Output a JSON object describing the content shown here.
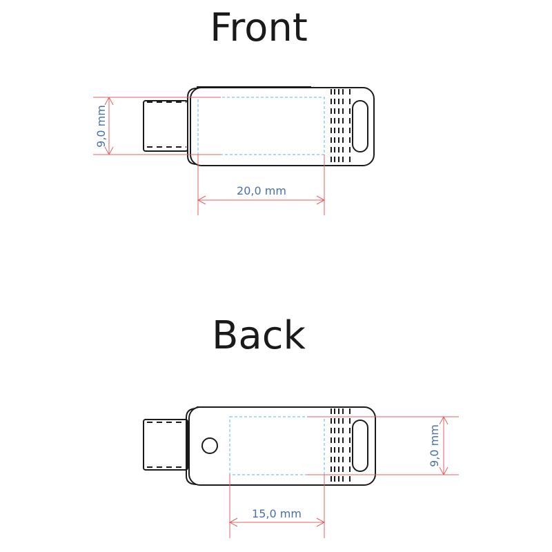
{
  "front": {
    "title": "Front",
    "height_label": "9,0 mm",
    "width_label": "20,0 mm"
  },
  "back": {
    "title": "Back",
    "height_label": "9,0 mm",
    "width_label": "15,0 mm"
  },
  "colors": {
    "outline": "#1a1a1a",
    "dimension_line": "#e06060",
    "print_area": "#5ab4e0",
    "dimension_text": "#4a6fa5"
  }
}
